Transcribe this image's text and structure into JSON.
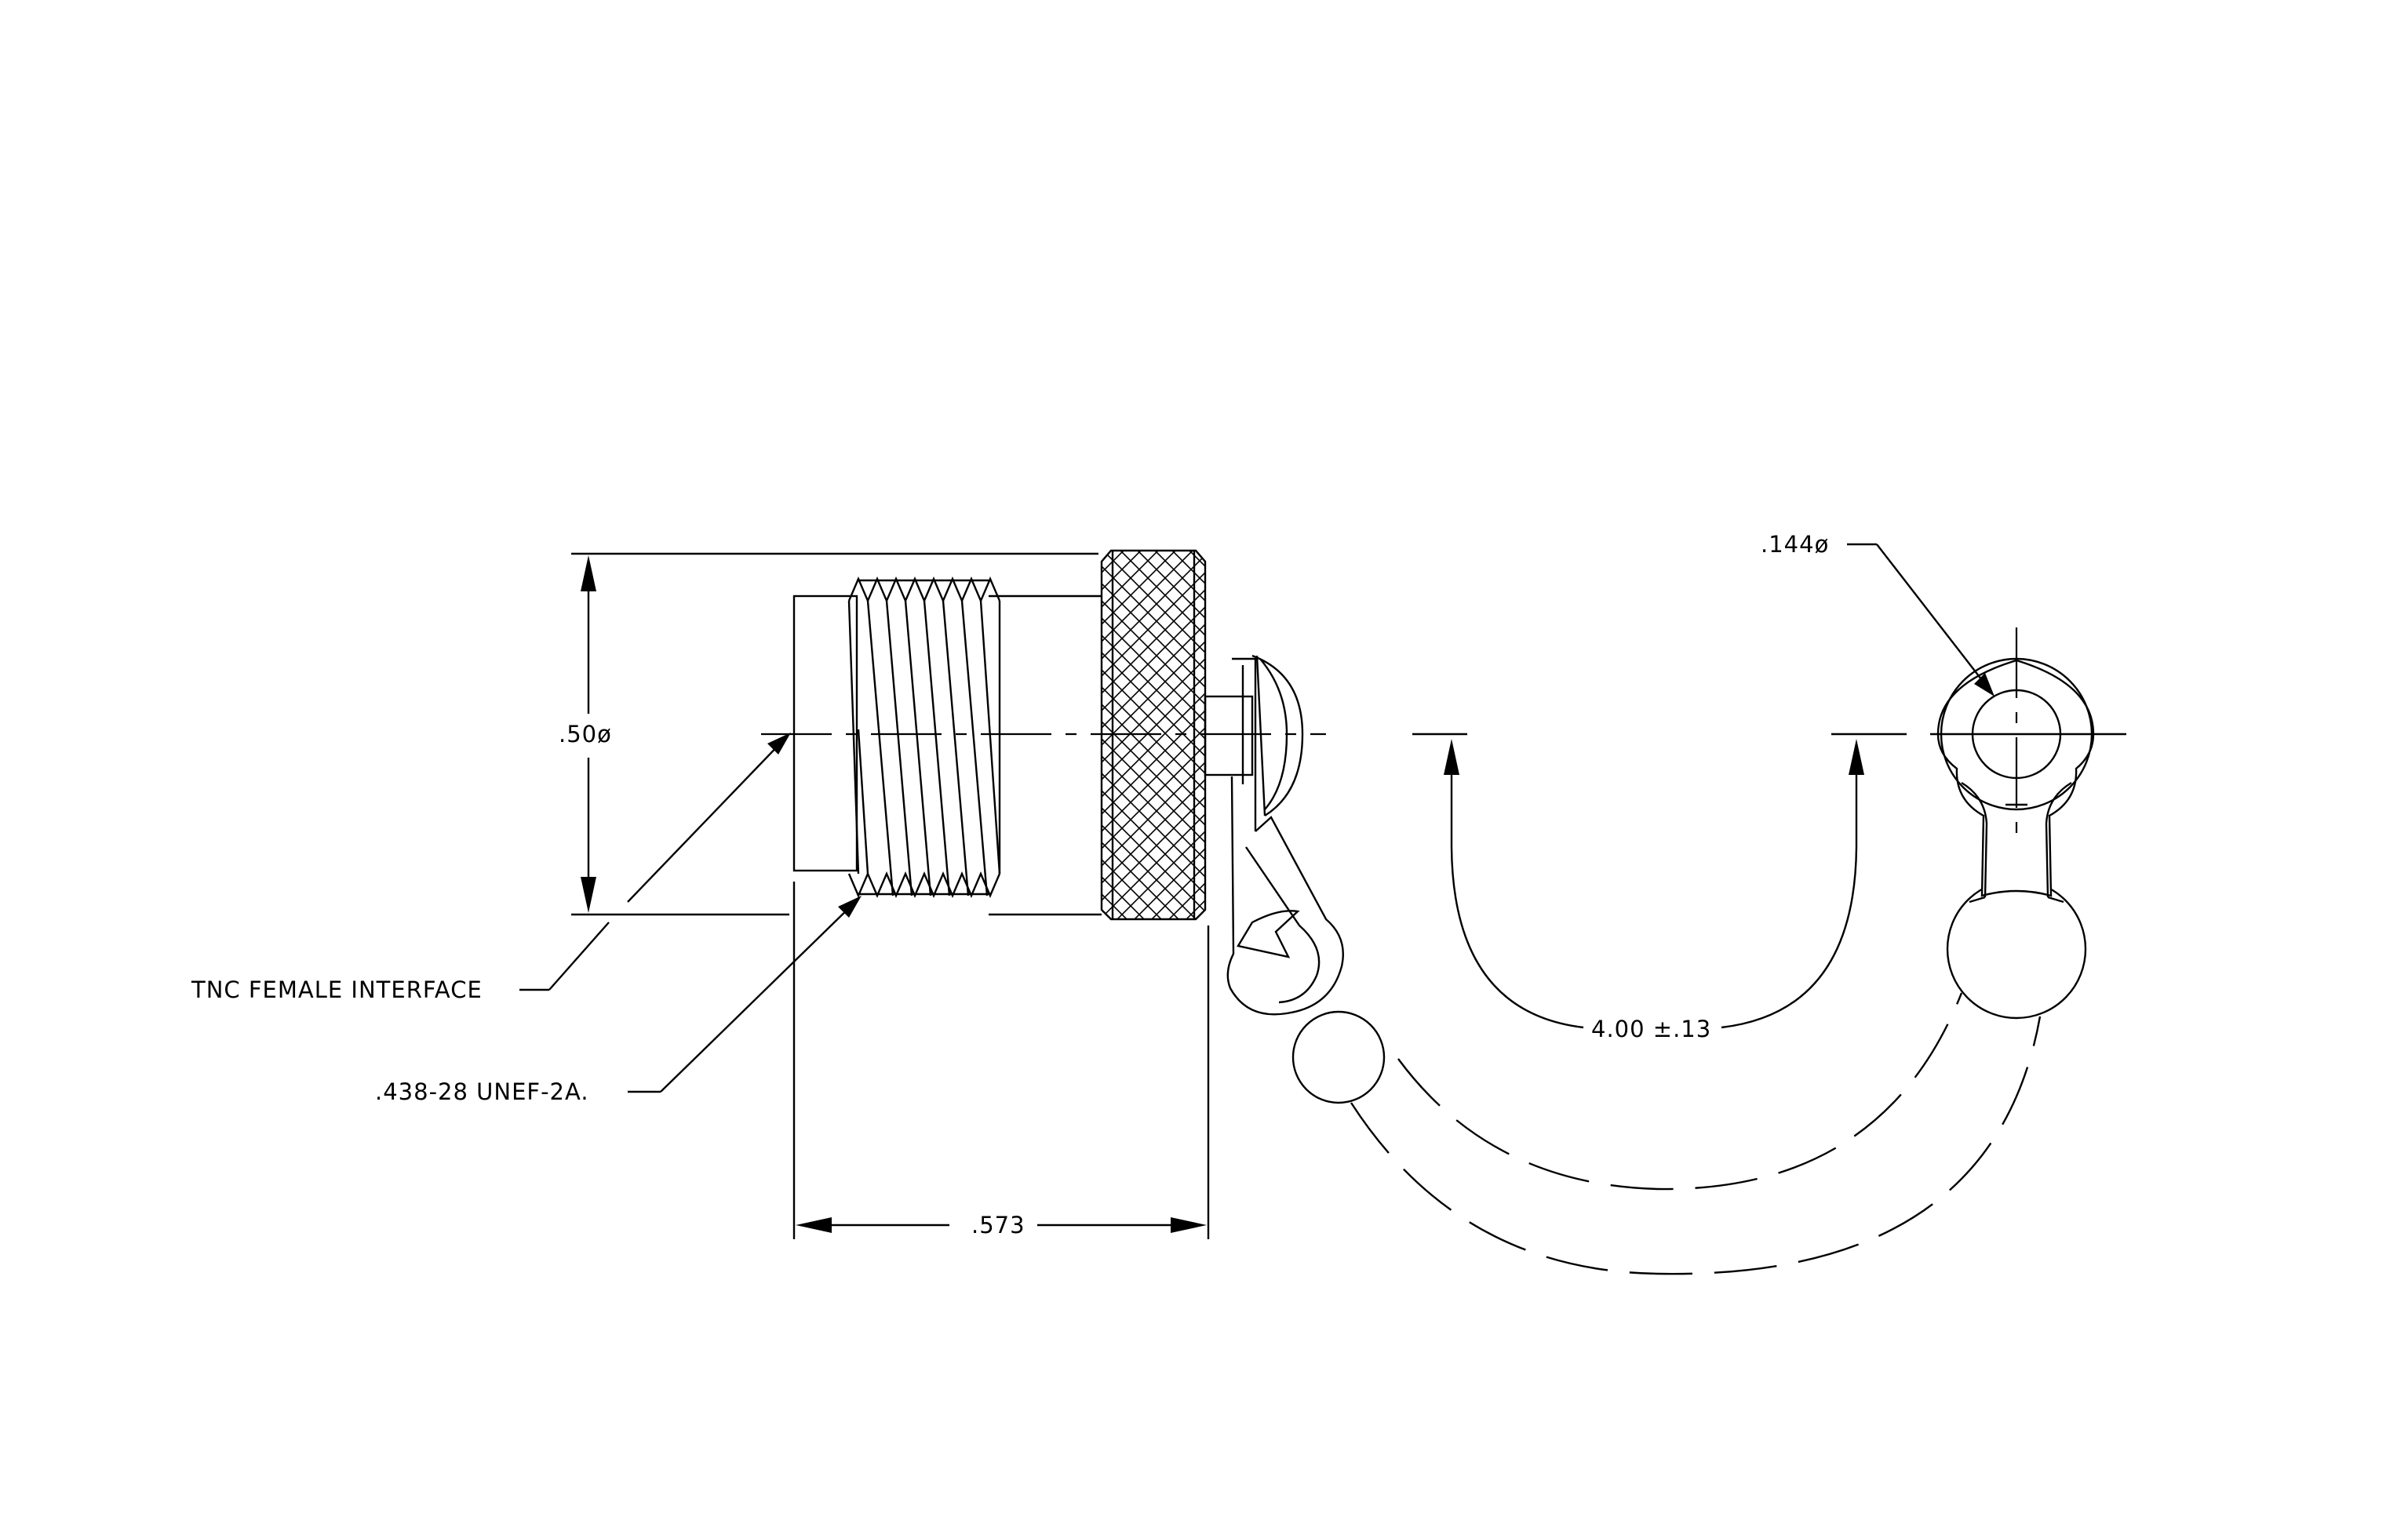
{
  "drawing": {
    "labels": {
      "diameter_body": ".50ø",
      "diameter_hole": ".144ø",
      "interface_note": "TNC FEMALE INTERFACE",
      "thread_note": ".438-28 UNEF-2A.",
      "length_dim": ".573",
      "chain_length_dim": "4.00 ±.13"
    },
    "colors": {
      "ink": "#000000",
      "paper": "#ffffff"
    }
  }
}
